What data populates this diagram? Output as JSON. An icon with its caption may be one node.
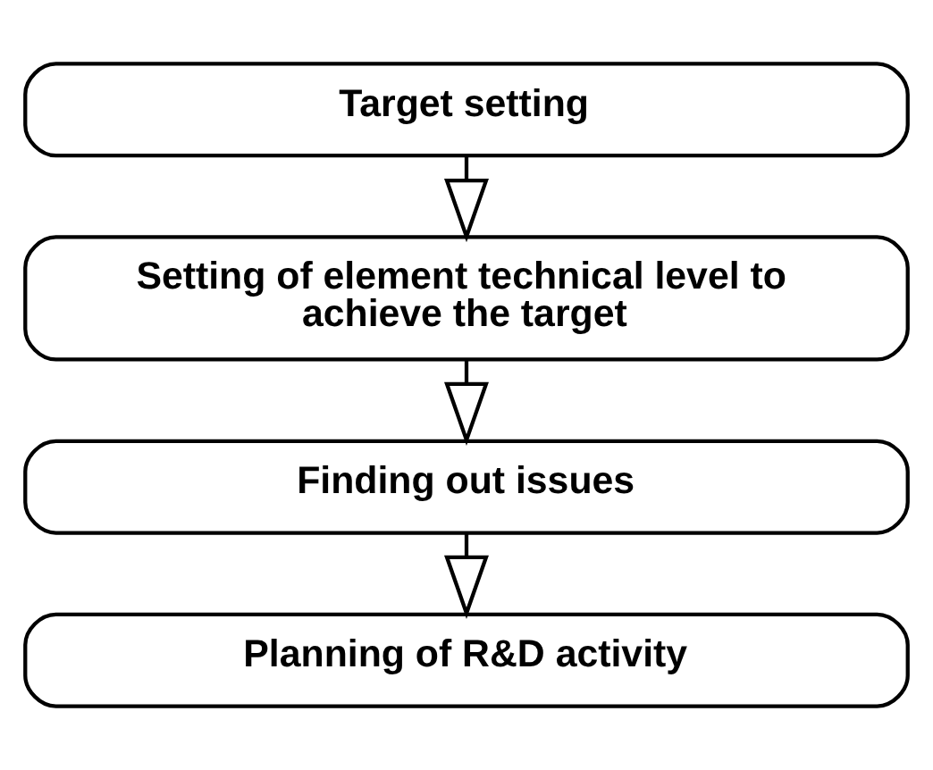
{
  "diagram": {
    "nodes": [
      {
        "text": [
          "Target setting"
        ]
      },
      {
        "text": [
          "Setting of element technical level to achieve the target"
        ]
      },
      {
        "text": [
          "Finding out issues"
        ]
      },
      {
        "text": [
          "Planning of R&D activity"
        ]
      }
    ],
    "edges": [
      {
        "from": 0,
        "to": 1,
        "arrow": "to"
      },
      {
        "from": 1,
        "to": 2,
        "arrow": "to"
      },
      {
        "from": 2,
        "to": 3,
        "arrow": "to"
      }
    ]
  }
}
